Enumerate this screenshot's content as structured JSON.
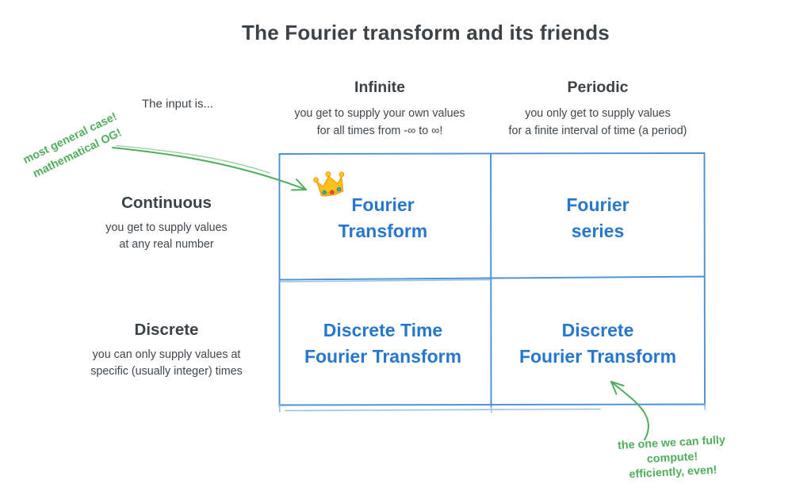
{
  "title": "The Fourier transform and its friends",
  "input_note": "The input is...",
  "columns": [
    {
      "label": "Infinite",
      "description": "you get to supply your own values\nfor all times from -∞ to ∞!"
    },
    {
      "label": "Periodic",
      "description": "you only get to supply values\nfor a finite interval of time (a period)"
    }
  ],
  "rows": [
    {
      "label": "Continuous",
      "description": "you get to supply values\nat any real number"
    },
    {
      "label": "Discrete",
      "description": "you can only supply values at\nspecific (usually integer) times"
    }
  ],
  "cells": [
    {
      "name": "fourier-transform",
      "label": "Fourier\nTransform",
      "badge": "crown-icon"
    },
    {
      "name": "fourier-series",
      "label": "Fourier\nseries"
    },
    {
      "name": "discrete-time-fourier-transform",
      "label": "Discrete Time\nFourier Transform"
    },
    {
      "name": "discrete-fourier-transform",
      "label": "Discrete\nFourier Transform"
    }
  ],
  "annotations": [
    {
      "text": "most general case!\nmathematical OG!",
      "points_to": "Fourier Transform"
    },
    {
      "text": "the one we can fully compute!\nefficiently, even!",
      "points_to": "Discrete Fourier Transform"
    }
  ],
  "colors": {
    "heading_text": "#3d4247",
    "cell_text": "#2777cc",
    "grid_line": "#4a90d5",
    "annotation_green": "#4fae5c",
    "crown_gold": "#fcc21b"
  }
}
